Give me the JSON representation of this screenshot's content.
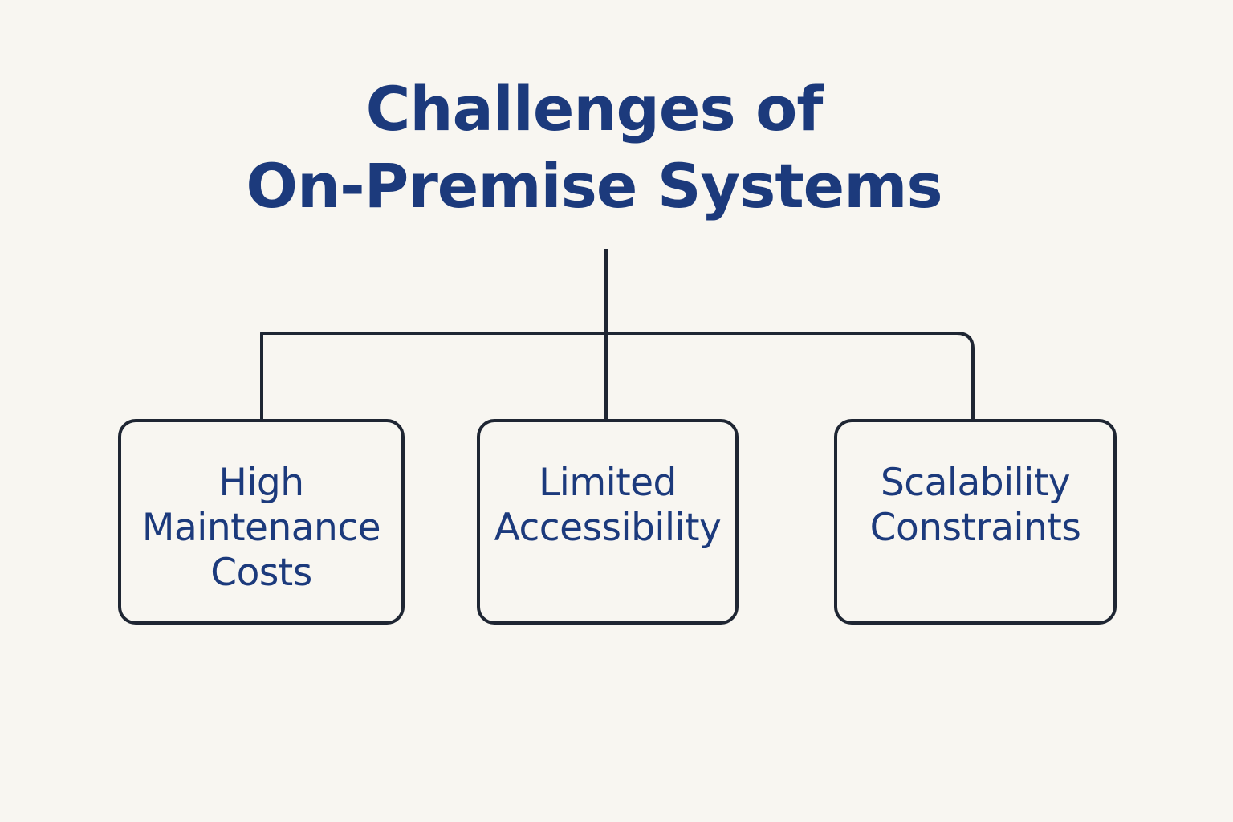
{
  "title": {
    "line1": "Challenges of",
    "line2": "On-Premise Systems"
  },
  "boxes": [
    {
      "lines": [
        "High",
        "Maintenance",
        "Costs"
      ]
    },
    {
      "lines": [
        "Limited",
        "Accessibility"
      ]
    },
    {
      "lines": [
        "Scalability",
        "Constraints"
      ]
    }
  ],
  "colors": {
    "background": "#f8f6f1",
    "title_text": "#1c3a7c",
    "box_text": "#1c3a7c",
    "lines_and_borders": "#1f2633"
  }
}
